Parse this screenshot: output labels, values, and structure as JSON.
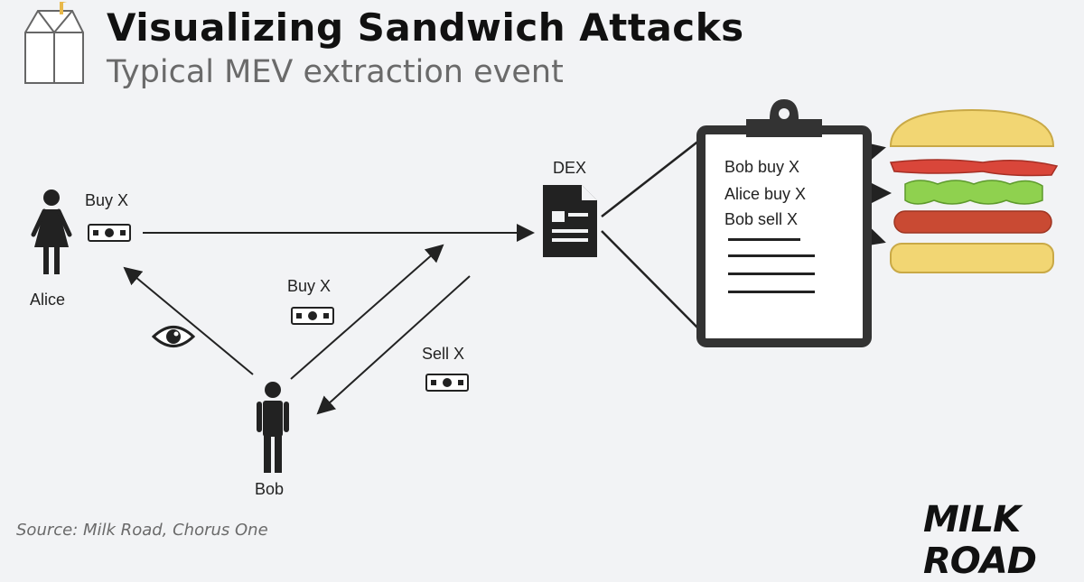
{
  "header": {
    "title": "Visualizing Sandwich Attacks",
    "subtitle": "Typical MEV extraction event"
  },
  "actors": {
    "alice": "Alice",
    "bob": "Bob",
    "dex": "DEX"
  },
  "transactions": {
    "alice_buy": "Buy X",
    "bob_buy": "Buy X",
    "bob_sell": "Sell X"
  },
  "block": {
    "lines": [
      "Bob buy X",
      "Alice buy X",
      "Bob sell X"
    ]
  },
  "footer": {
    "source": "Source: Milk Road, Chorus One",
    "brand": "MILK ROAD"
  },
  "colors": {
    "bun": "#f2d673",
    "tomato": "#d9463a",
    "lettuce": "#8fd14f",
    "patty": "#c94a33",
    "ink": "#222222"
  }
}
